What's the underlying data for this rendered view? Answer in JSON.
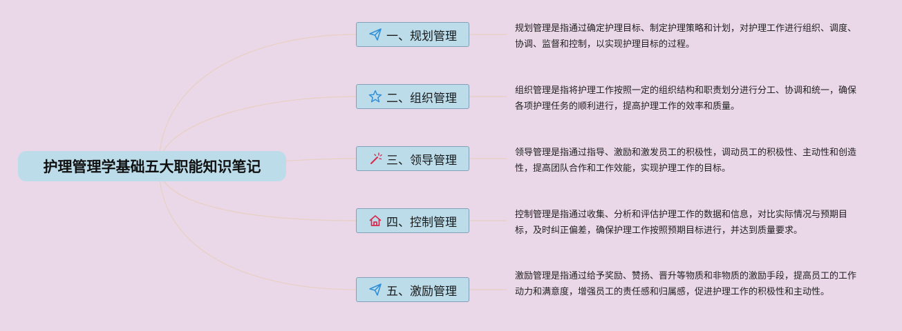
{
  "root": {
    "title": "护理管理学基础五大职能知识笔记"
  },
  "branches": [
    {
      "label": "一、规划管理",
      "icon": "paper-plane-icon",
      "desc": "规划管理是指通过确定护理目标、制定护理策略和计划，对护理工作进行组织、调度、协调、监督和控制，以实现护理目标的过程。"
    },
    {
      "label": "二、组织管理",
      "icon": "star-icon",
      "desc": "组织管理是指将护理工作按照一定的组织结构和职责划分进行分工、协调和统一，确保各项护理任务的顺利进行，提高护理工作的效率和质量。"
    },
    {
      "label": "三、领导管理",
      "icon": "magic-wand-icon",
      "desc": "领导管理是指通过指导、激励和激发员工的积极性，调动员工的积极性、主动性和创造性，提高团队合作和工作效能，实现护理工作的目标。"
    },
    {
      "label": "四、控制管理",
      "icon": "home-icon",
      "desc": "控制管理是指通过收集、分析和评估护理工作的数据和信息，对比实际情况与预期目标，及时纠正偏差，确保护理工作按照预期目标进行，并达到质量要求。"
    },
    {
      "label": "五、激励管理",
      "icon": "paper-plane-icon",
      "desc": "激励管理是指通过给予奖励、赞扬、晋升等物质和非物质的激励手段，提高员工的工作动力和满意度，增强员工的责任感和归属感，促进护理工作的积极性和主动性。"
    }
  ],
  "colors": {
    "background": "#ead8e8",
    "node_fill": "#bcdcea",
    "node_border": "#7fa0b6",
    "connector": "#e8cfc2",
    "icon_blue": "#2f8fd8",
    "icon_red": "#d7274a"
  }
}
